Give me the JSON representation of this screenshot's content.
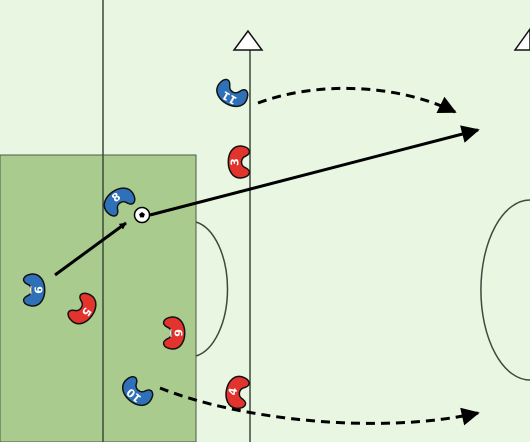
{
  "colors": {
    "pitch": "#e9f6e1",
    "zone": "#a9cb8d",
    "lines": "#3d4a3d",
    "blue_team": "#2f71b9",
    "red_team": "#e2342c",
    "outline": "#111111"
  },
  "players": {
    "blue_11": {
      "number": "11",
      "team": "blue"
    },
    "blue_8": {
      "number": "8",
      "team": "blue"
    },
    "blue_9": {
      "number": "9",
      "team": "blue"
    },
    "blue_10": {
      "number": "10",
      "team": "blue"
    },
    "red_3": {
      "number": "3",
      "team": "red"
    },
    "red_5": {
      "number": "5",
      "team": "red"
    },
    "red_6": {
      "number": "6",
      "team": "red"
    },
    "red_4": {
      "number": "4",
      "team": "red"
    }
  },
  "cones": [
    "cone",
    "cone"
  ],
  "ball": "soccer-ball-icon",
  "arrows": {
    "pass_9_to_8": "solid",
    "pass_8_long": "solid",
    "run_11": "dashed",
    "run_10": "dashed"
  }
}
